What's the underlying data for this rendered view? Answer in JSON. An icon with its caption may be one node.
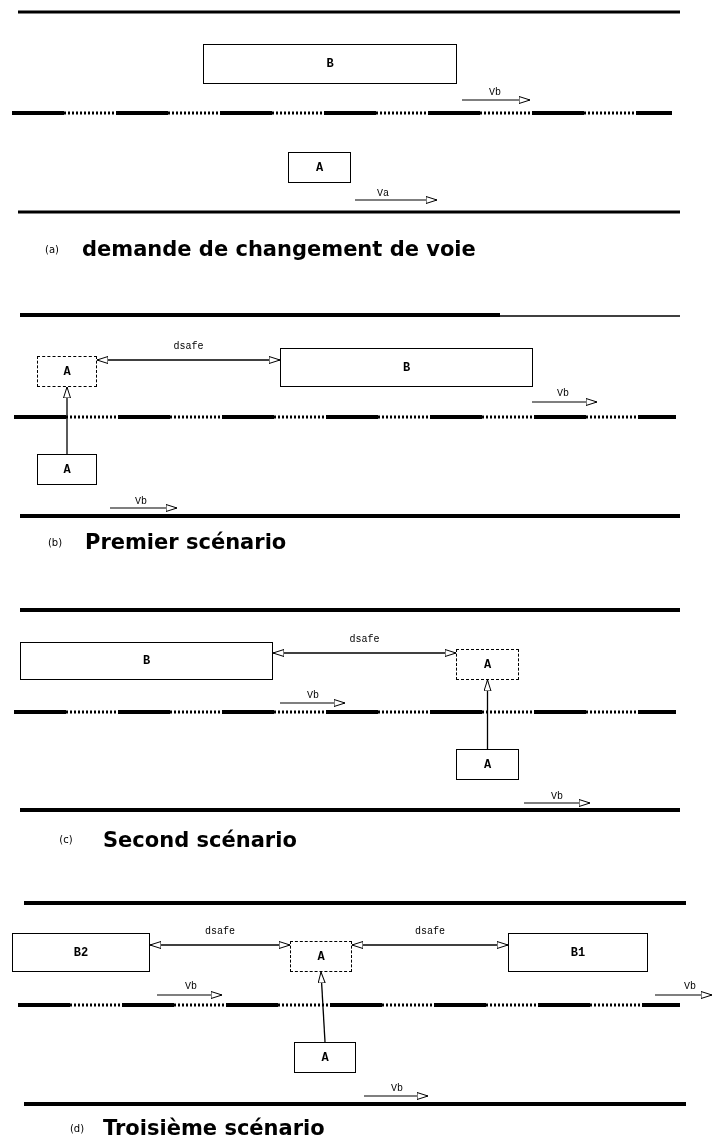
{
  "diagram": {
    "nodes": [
      {
        "text": [
          "B"
        ]
      },
      {
        "text": [
          "A"
        ]
      },
      {
        "text": [
          "A"
        ]
      },
      {
        "text": [
          "B"
        ]
      },
      {
        "text": [
          "A"
        ]
      },
      {
        "text": [
          "B"
        ]
      },
      {
        "text": [
          "A"
        ]
      },
      {
        "text": [
          "A"
        ]
      },
      {
        "text": [
          "B2"
        ]
      },
      {
        "text": [
          "A"
        ]
      },
      {
        "text": [
          "B1"
        ]
      },
      {
        "text": [
          "A"
        ]
      }
    ],
    "edges": [
      {
        "from": 2,
        "to": 3,
        "arrow": "both",
        "label": "dsafe"
      },
      {
        "from": 4,
        "to": 2,
        "arrow": "to"
      },
      {
        "from": 5,
        "to": 6,
        "arrow": "both",
        "label": "dsafe"
      },
      {
        "from": 7,
        "to": 6,
        "arrow": "to"
      },
      {
        "from": 8,
        "to": 9,
        "arrow": "both",
        "label": "dsafe"
      },
      {
        "from": 9,
        "to": 10,
        "arrow": "both",
        "label": "dsafe"
      },
      {
        "from": 11,
        "to": 9,
        "arrow": "to"
      }
    ],
    "labels": [
      "Vb",
      "Va",
      "(a)",
      "demande de changement de voie",
      "Vb",
      "Vb",
      "(b)",
      "Premier scénario",
      "Vb",
      "Vb",
      "(c)",
      "Second scénario",
      "Vb",
      "Vb",
      "Vb",
      "(d)",
      "Troisième scénario"
    ]
  }
}
